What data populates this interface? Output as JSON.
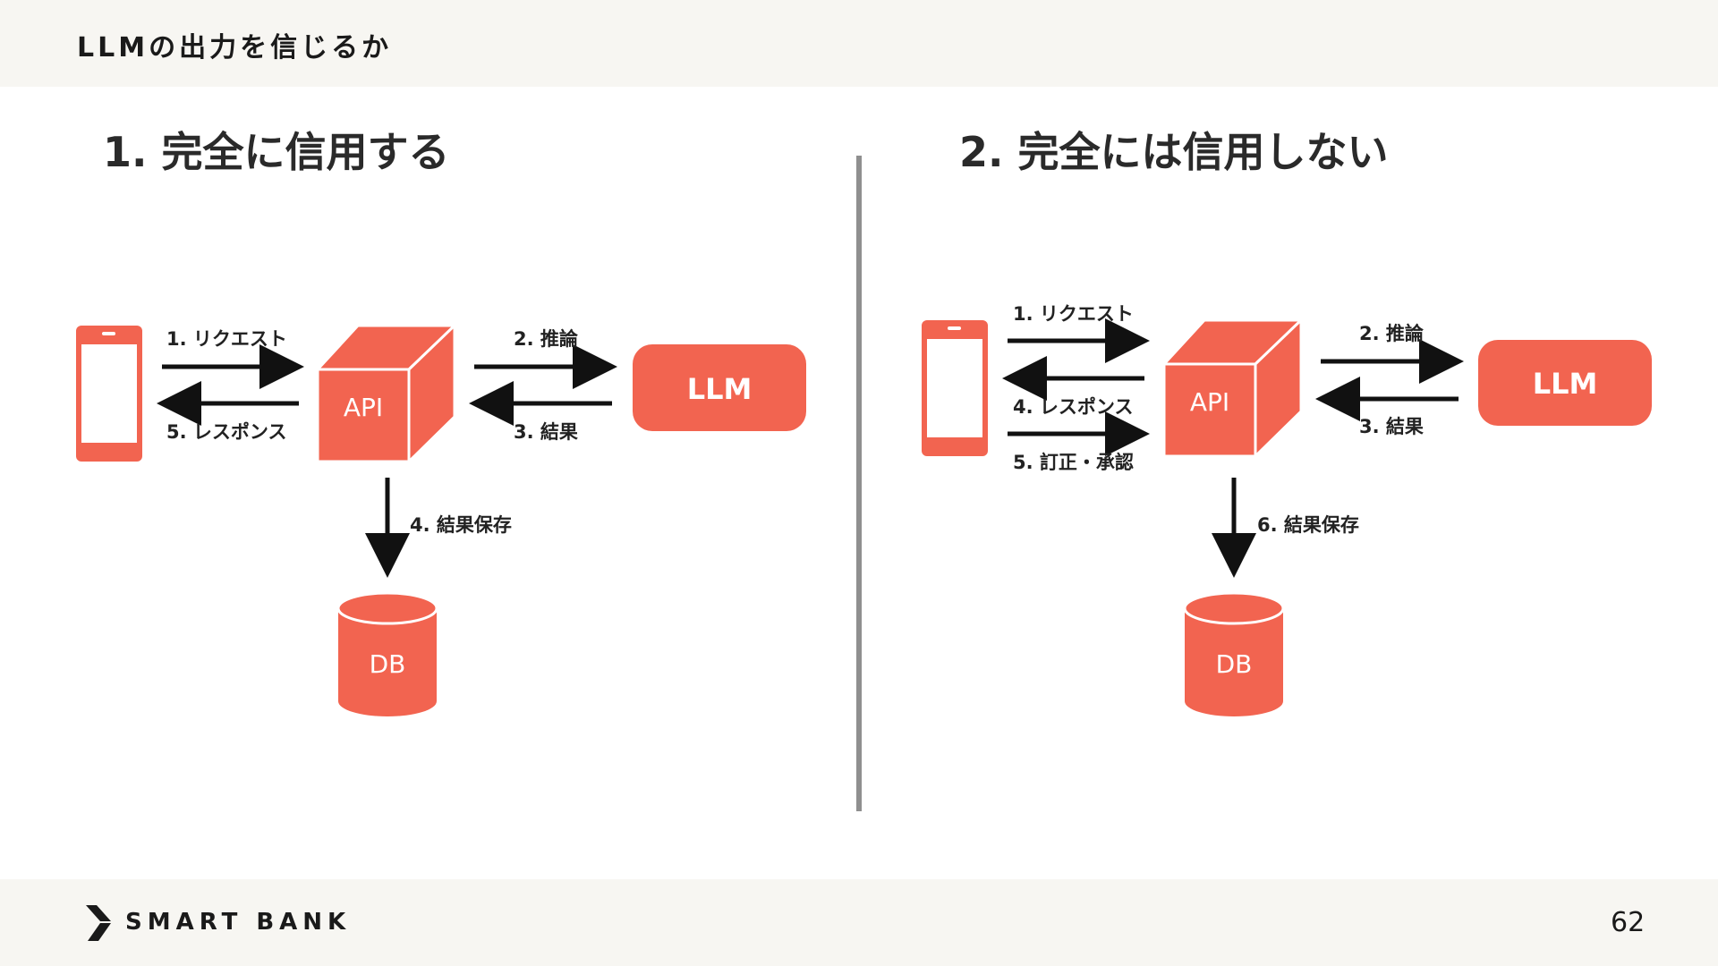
{
  "header": {
    "title": "LLMの出力を信じるか"
  },
  "left": {
    "title": "1. 完全に信用する",
    "api_label": "API",
    "llm_label": "LLM",
    "db_label": "DB",
    "labels": {
      "request": "1. リクエスト",
      "response": "5. レスポンス",
      "inference": "2. 推論",
      "result": "3. 結果",
      "save": "4. 結果保存"
    }
  },
  "right": {
    "title": "2. 完全には信用しない",
    "api_label": "API",
    "llm_label": "LLM",
    "db_label": "DB",
    "labels": {
      "request": "1. リクエスト",
      "response": "4. レスポンス",
      "correction": "5. 訂正・承認",
      "inference": "2. 推論",
      "result": "3. 結果",
      "save": "6. 結果保存"
    }
  },
  "footer": {
    "logo_text": "SMART BANK",
    "page_number": "62"
  },
  "colors": {
    "accent": "#f26450",
    "arrow": "#111111",
    "header_bg": "#f7f6f2"
  }
}
